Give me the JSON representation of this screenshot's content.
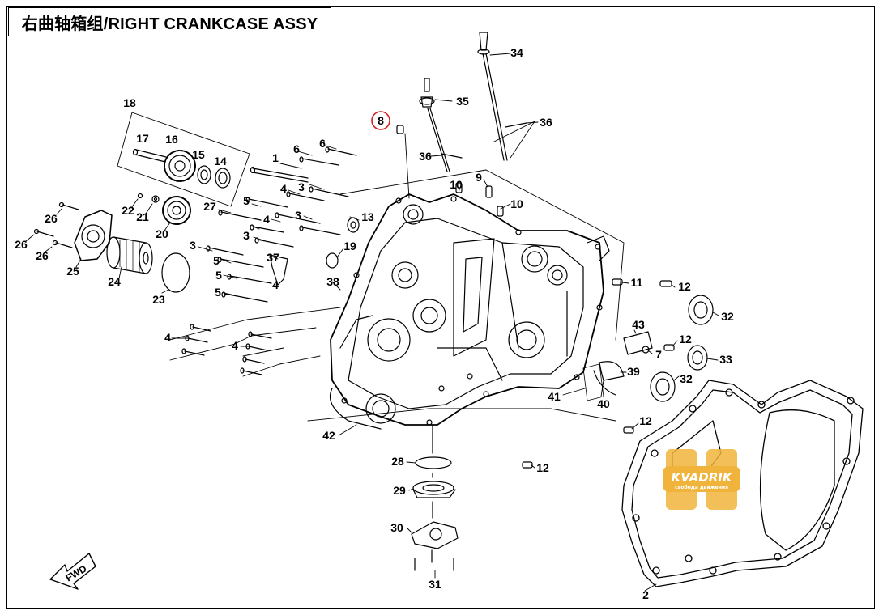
{
  "header": {
    "title": "右曲轴箱组/RIGHT CRANKCASE ASSY"
  },
  "highlight_color": "#d42020",
  "watermark": {
    "brand": "KVADRIK",
    "tagline": "свобода движения",
    "color": "#f0b43c"
  },
  "fwd_arrow": {
    "label": "FWD"
  },
  "callouts": [
    {
      "id": "c1",
      "label": "1"
    },
    {
      "id": "c2",
      "label": "2"
    },
    {
      "id": "c3a",
      "label": "3"
    },
    {
      "id": "c3b",
      "label": "3"
    },
    {
      "id": "c3c",
      "label": "3"
    },
    {
      "id": "c3d",
      "label": "3"
    },
    {
      "id": "c4a",
      "label": "4"
    },
    {
      "id": "c4b",
      "label": "4"
    },
    {
      "id": "c4c",
      "label": "4"
    },
    {
      "id": "c4d",
      "label": "4"
    },
    {
      "id": "c4e",
      "label": "4"
    },
    {
      "id": "c5a",
      "label": "5"
    },
    {
      "id": "c5b",
      "label": "5"
    },
    {
      "id": "c5c",
      "label": "5"
    },
    {
      "id": "c5d",
      "label": "5"
    },
    {
      "id": "c6a",
      "label": "6"
    },
    {
      "id": "c6b",
      "label": "6"
    },
    {
      "id": "c7",
      "label": "7"
    },
    {
      "id": "c8",
      "label": "8"
    },
    {
      "id": "c9",
      "label": "9"
    },
    {
      "id": "c10a",
      "label": "10"
    },
    {
      "id": "c10b",
      "label": "10"
    },
    {
      "id": "c11",
      "label": "11"
    },
    {
      "id": "c12a",
      "label": "12"
    },
    {
      "id": "c12b",
      "label": "12"
    },
    {
      "id": "c12c",
      "label": "12"
    },
    {
      "id": "c12d",
      "label": "12"
    },
    {
      "id": "c13",
      "label": "13"
    },
    {
      "id": "c14",
      "label": "14"
    },
    {
      "id": "c15",
      "label": "15"
    },
    {
      "id": "c16",
      "label": "16"
    },
    {
      "id": "c17",
      "label": "17"
    },
    {
      "id": "c18",
      "label": "18"
    },
    {
      "id": "c19",
      "label": "19"
    },
    {
      "id": "c20",
      "label": "20"
    },
    {
      "id": "c21",
      "label": "21"
    },
    {
      "id": "c22",
      "label": "22"
    },
    {
      "id": "c23",
      "label": "23"
    },
    {
      "id": "c24",
      "label": "24"
    },
    {
      "id": "c25",
      "label": "25"
    },
    {
      "id": "c26a",
      "label": "26"
    },
    {
      "id": "c26b",
      "label": "26"
    },
    {
      "id": "c26c",
      "label": "26"
    },
    {
      "id": "c27",
      "label": "27"
    },
    {
      "id": "c28",
      "label": "28"
    },
    {
      "id": "c29",
      "label": "29"
    },
    {
      "id": "c30",
      "label": "30"
    },
    {
      "id": "c31",
      "label": "31"
    },
    {
      "id": "c32a",
      "label": "32"
    },
    {
      "id": "c32b",
      "label": "32"
    },
    {
      "id": "c33",
      "label": "33"
    },
    {
      "id": "c34",
      "label": "34"
    },
    {
      "id": "c35",
      "label": "35"
    },
    {
      "id": "c36a",
      "label": "36"
    },
    {
      "id": "c36b",
      "label": "36"
    },
    {
      "id": "c37",
      "label": "37"
    },
    {
      "id": "c38",
      "label": "38"
    },
    {
      "id": "c39",
      "label": "39"
    },
    {
      "id": "c40",
      "label": "40"
    },
    {
      "id": "c41",
      "label": "41"
    },
    {
      "id": "c42",
      "label": "42"
    },
    {
      "id": "c43",
      "label": "43"
    }
  ]
}
